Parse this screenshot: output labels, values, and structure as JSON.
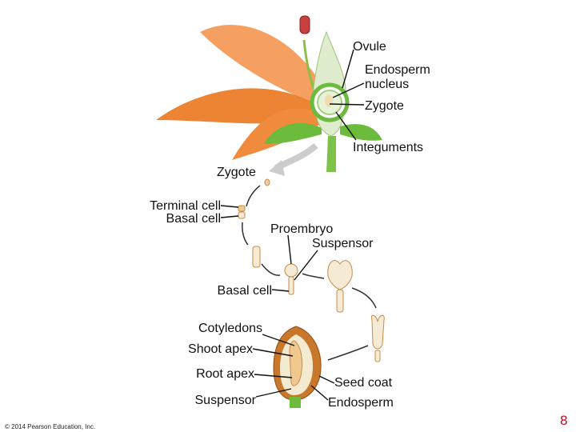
{
  "labels": {
    "ovule": "Ovule",
    "endosperm_nucleus_line1": "Endosperm",
    "endosperm_nucleus_line2": "nucleus",
    "zygote_top": "Zygote",
    "integuments": "Integuments",
    "zygote": "Zygote",
    "terminal_cell": "Terminal cell",
    "basal_cell_top": "Basal cell",
    "proembryo": "Proembryo",
    "suspensor_mid": "Suspensor",
    "basal_cell_mid": "Basal cell",
    "cotyledons": "Cotyledons",
    "shoot_apex": "Shoot apex",
    "root_apex": "Root apex",
    "suspensor_bottom": "Suspensor",
    "seed_coat": "Seed coat",
    "endosperm": "Endosperm"
  },
  "footer": {
    "copyright": "© 2014 Pearson Education, Inc.",
    "page_number": "8"
  },
  "colors": {
    "petal": "#f08a3c",
    "leaf": "#6cbb3c",
    "ovule_tissue": "#e8f2d8",
    "embryo_cell": "#f5ead3",
    "seed_coat": "#c9772a",
    "arrow": "#333333",
    "page_number": "#d0021b"
  }
}
